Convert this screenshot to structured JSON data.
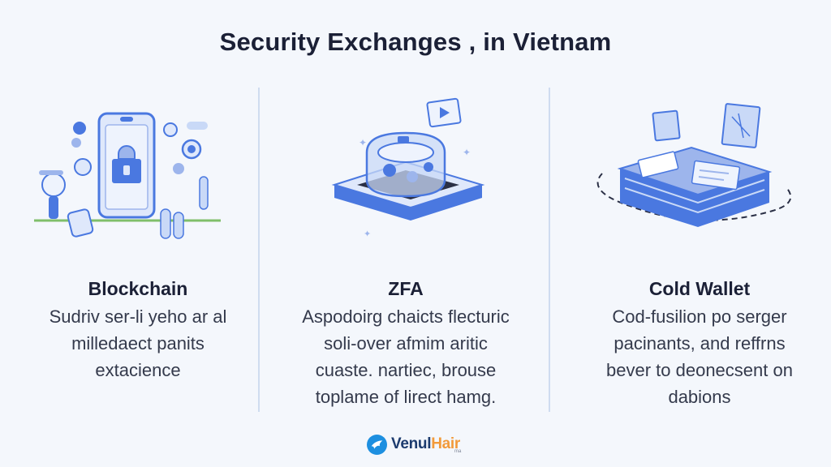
{
  "title": "Security Exchanges , in Vietnam",
  "columns": [
    {
      "heading": "Blockchain",
      "lines": [
        "Sudriv ser-li yeho ar al",
        "milledaect panits",
        "extacience"
      ],
      "icon": "smartphone-lock-icon"
    },
    {
      "heading": "ZFA",
      "lines": [
        "Aspodoirg chaicts flecturic",
        "soli-over afmim aritic",
        "cuaste. nartiec, brouse",
        "toplame of lirect hamg."
      ],
      "icon": "secure-token-icon"
    },
    {
      "heading": "Cold Wallet",
      "lines": [
        "Cod-fusilion po serger",
        "pacinants, and reffrns",
        "bever to deonecsent on",
        "dabions"
      ],
      "icon": "cold-wallet-icon"
    }
  ],
  "brand": {
    "name_a": "Venul",
    "name_b": "Hair",
    "sub": "ma"
  },
  "colors": {
    "accent": "#4a78e0",
    "light_accent": "#c9d9f7",
    "background": "#f4f7fc"
  }
}
